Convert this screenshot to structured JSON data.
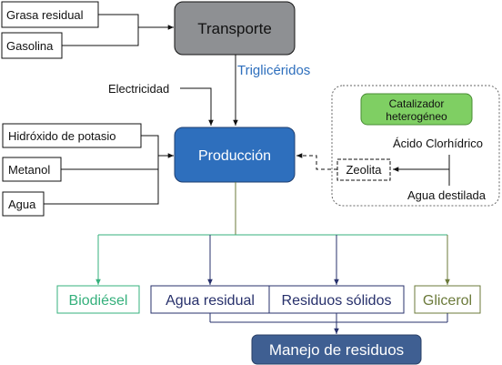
{
  "inputs": {
    "grasa": "Grasa residual",
    "gasolina": "Gasolina",
    "electricidad": "Electricidad",
    "koh": "Hidróxido de potasio",
    "metanol": "Metanol",
    "agua": "Agua"
  },
  "process": {
    "transporte": "Transporte",
    "trigliceridos": "Triglicéridos",
    "produccion": "Producción"
  },
  "catalyst": {
    "title_line1": "Catalizador",
    "title_line2": "heterogéneo",
    "acido": "Ácido Clorhídrico",
    "zeolita": "Zeolita",
    "agua_destilada": "Agua destilada"
  },
  "outputs": {
    "biodiesel": "Biodiésel",
    "agua_residual": "Agua residual",
    "residuos_solidos": "Residuos sólidos",
    "glicerol": "Glicerol",
    "manejo": "Manejo de residuos"
  },
  "colors": {
    "transporte_fill": "#8e9093",
    "produccion_fill": "#2e6fbd",
    "trigliceridos_text": "#2e6fbd",
    "catalizador_fill": "#7fcf63",
    "biodiesel": "#35b07c",
    "agua_residual": "#27306b",
    "residuos_solidos": "#27306b",
    "glicerol": "#6b7a3a",
    "manejo_fill": "#3f5f92"
  }
}
